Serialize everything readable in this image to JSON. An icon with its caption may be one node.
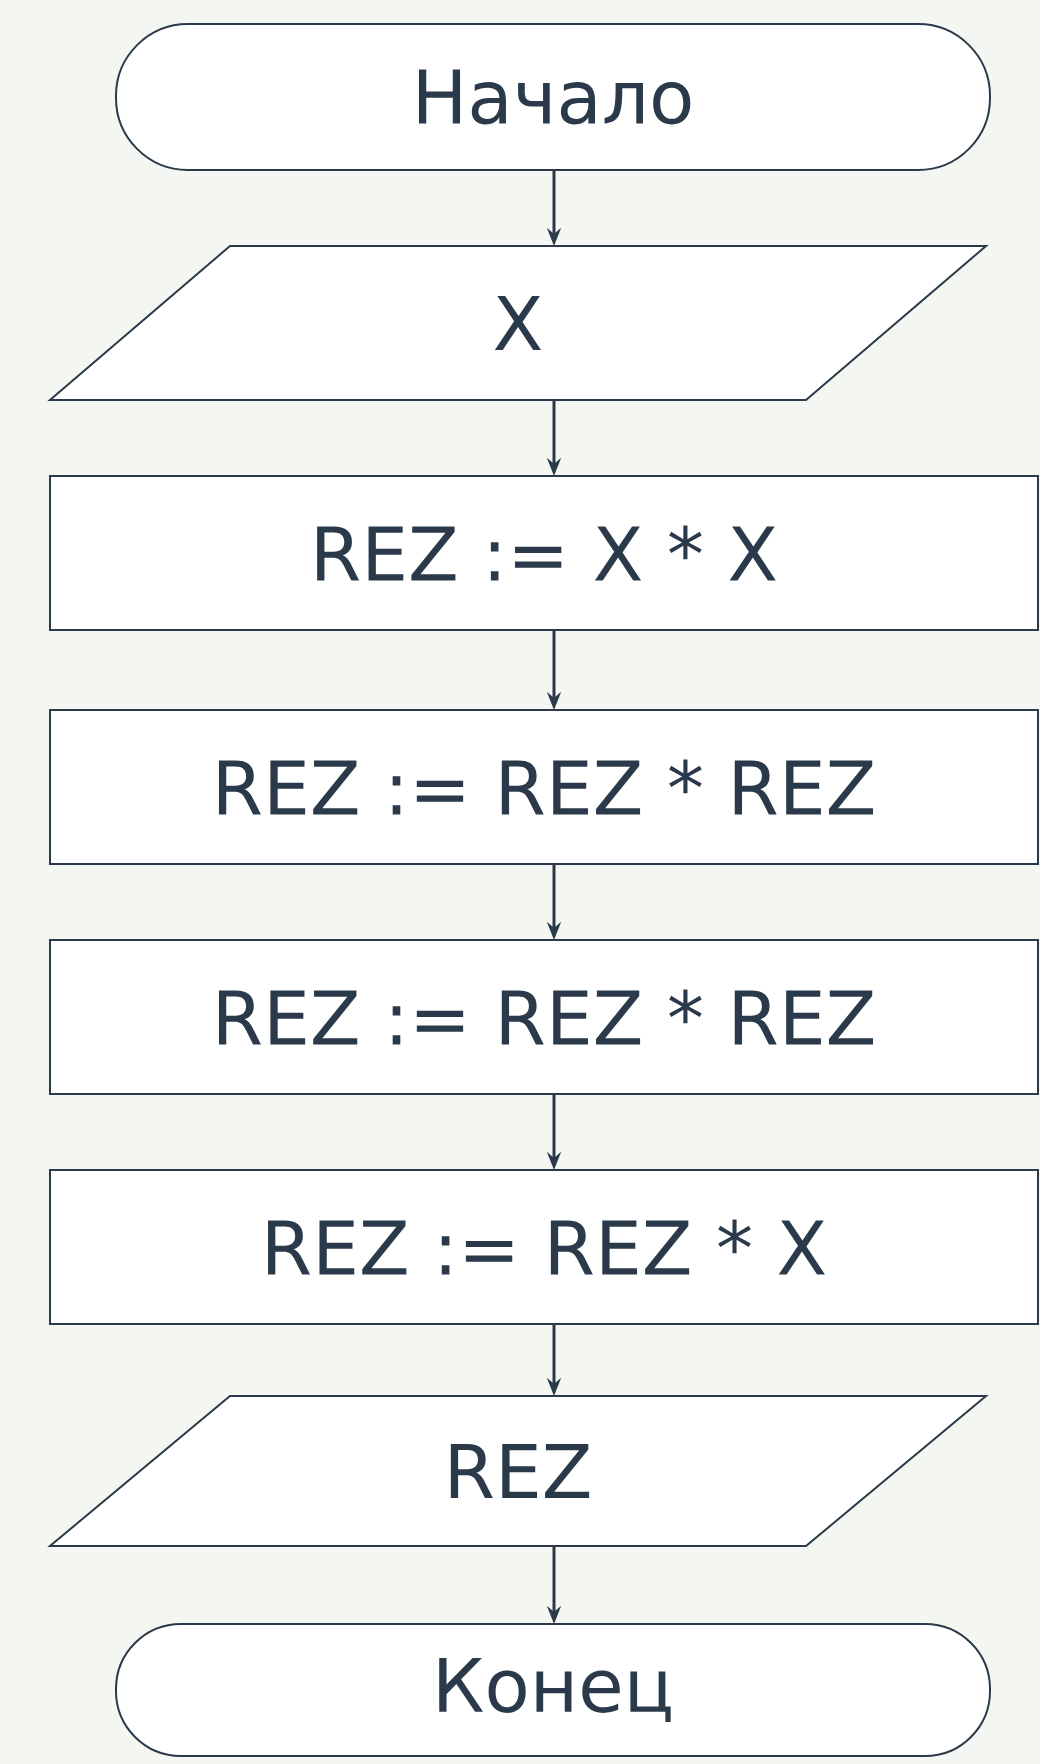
{
  "diagram": {
    "nodes": [
      {
        "text": [
          "Начало"
        ]
      },
      {
        "text": [
          "X"
        ]
      },
      {
        "text": [
          "REZ := X * X"
        ]
      },
      {
        "text": [
          "REZ := REZ * REZ"
        ]
      },
      {
        "text": [
          "REZ := REZ * REZ"
        ]
      },
      {
        "text": [
          "REZ := REZ * X"
        ]
      },
      {
        "text": [
          "REZ"
        ]
      },
      {
        "text": [
          "Конец"
        ]
      }
    ],
    "edges": [
      {
        "from": 0,
        "to": 1,
        "arrow": "to"
      },
      {
        "from": 1,
        "to": 2,
        "arrow": "to"
      },
      {
        "from": 2,
        "to": 3,
        "arrow": "to"
      },
      {
        "from": 3,
        "to": 4,
        "arrow": "to"
      },
      {
        "from": 4,
        "to": 5,
        "arrow": "to"
      },
      {
        "from": 5,
        "to": 6,
        "arrow": "to"
      },
      {
        "from": 6,
        "to": 7,
        "arrow": "to"
      }
    ]
  }
}
